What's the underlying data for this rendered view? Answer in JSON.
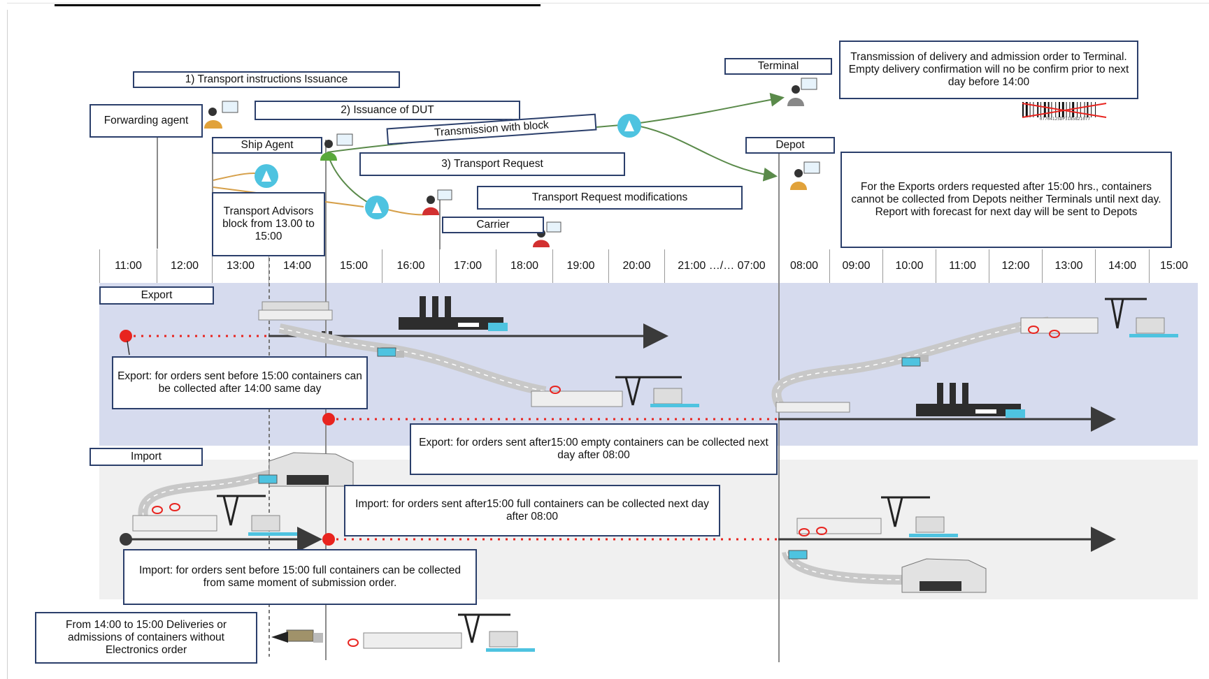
{
  "timeline": {
    "hours": [
      "11:00",
      "12:00",
      "13:00",
      "14:00",
      "15:00",
      "16:00",
      "17:00",
      "18:00",
      "19:00",
      "20:00",
      "21:00 …/… 07:00",
      "08:00",
      "09:00",
      "10:00",
      "11:00",
      "12:00",
      "13:00",
      "14:00",
      "15:00"
    ]
  },
  "actors": {
    "forwarding_agent": "Forwarding agent",
    "ship_agent": "Ship Agent",
    "carrier": "Carrier",
    "terminal": "Terminal",
    "depot": "Depot"
  },
  "steps": {
    "step1": "1) Transport instructions Issuance",
    "step2": "2) Issuance of DUT",
    "step3": "3) Transport Request",
    "modifications": "Transport Request modifications",
    "transmission_block": "Transmission with block",
    "advisors_block": "Transport Advisors block from 13.00 to 15:00"
  },
  "notes": {
    "terminal_note": "Transmission of delivery and admission order to Terminal. Empty delivery confirmation will no be confirm prior to next day before 14:00",
    "depot_note": "For the Exports orders requested after 15:00 hrs., containers cannot be collected from Depots neither Terminals until next day. Report with forecast for next day will be sent to Depots",
    "export_before": "Export: for orders sent before 15:00 containers can be collected after 14:00 same day",
    "export_after": "Export: for orders sent after15:00 empty containers can be collected next day after 08:00",
    "import_after": "Import: for orders sent after15:00 full containers can be collected next day after 08:00",
    "import_before": "Import: for orders sent before 15:00 full containers can be collected from same moment of submission order.",
    "no_electronic": "From 14:00 to 15:00 Deliveries or admissions of containers without Electronics order"
  },
  "sections": {
    "export": "Export",
    "import": "Import"
  },
  "barcode_text": "07704125DP3185821077",
  "colors": {
    "box_border": "#2b3f6b",
    "export_band": "#d6dbee",
    "import_band": "#f0f0f0",
    "red_dot": "#e8241f",
    "arrow": "#3a3a3a",
    "node": "#4ec3e0"
  }
}
